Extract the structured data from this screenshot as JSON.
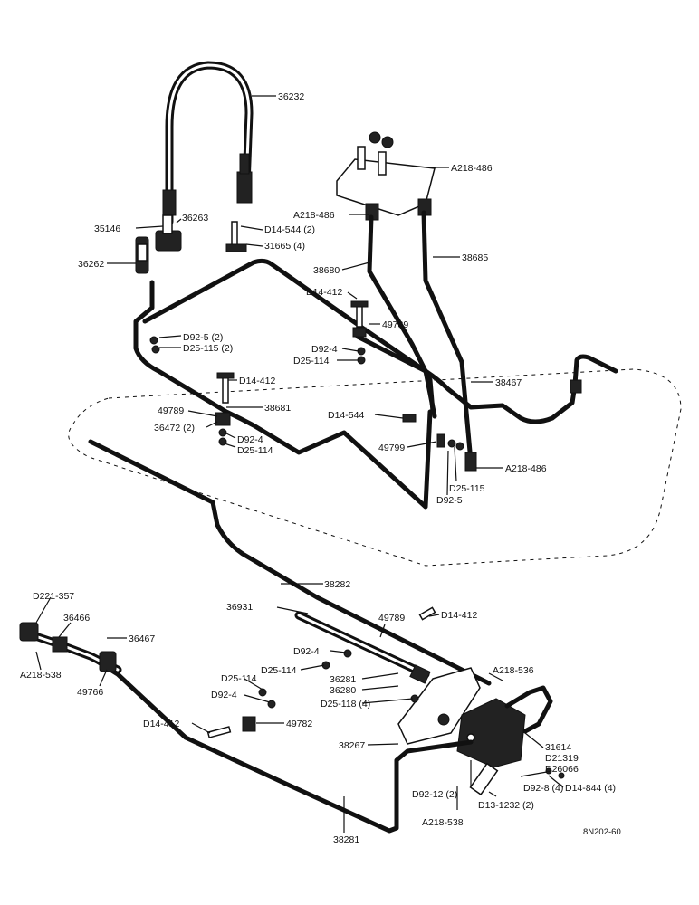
{
  "labels": {
    "l36232": "36232",
    "l35146": "35146",
    "l36263": "36263",
    "l36262": "36262",
    "l31665": "31665 (4)",
    "lD14_544_2": "D14-544 (2)",
    "lA218_486_a": "A218-486",
    "lA218_486_b": "A218-486",
    "l38680": "38680",
    "l38685": "38685",
    "lD14_412_a": "D14-412",
    "l49789_a": "49789",
    "lD92_5_2": "D92-5 (2)",
    "lD25_115_2": "D25-115 (2)",
    "lD92_4_a": "D92-4",
    "lD25_114_a": "D25-114",
    "lD14_412_b": "D14-412",
    "l38467": "38467",
    "l49789_b": "49789",
    "l36472": "36472 (2)",
    "l38681": "38681",
    "lD92_4_b": "D92-4",
    "lD25_114_b": "D25-114",
    "lD14_544": "D14-544",
    "l49799": "49799",
    "lA218_486_c": "A218-486",
    "lD25_115": "D25-115",
    "lD92_5": "D92-5",
    "l38282": "38282",
    "lD221_357": "D221-357",
    "l36466": "36466",
    "l36931": "36931",
    "l49789_c": "49789",
    "lD14_412_c": "D14-412",
    "l36467": "36467",
    "lA218_538_a": "A218-538",
    "lD92_4_c": "D92-4",
    "lD25_114_c": "D25-114",
    "l49766": "49766",
    "lD25_114_d": "D25-114",
    "lD92_4_d": "D92-4",
    "lA218_536": "A218-536",
    "l36281": "36281",
    "l36280": "36280",
    "lD25_118": "D25-118 (4)",
    "lD14_412_d": "D14-412",
    "l49782": "49782",
    "l38267": "38267",
    "l31614": "31614",
    "lD21319": "D21319",
    "lD26066": "D26066",
    "lD92_8": "D92-8  (4)",
    "lD14_844": "D14-844 (4)",
    "lD92_12": "D92-12 (2)",
    "lD13_1232": "D13-1232 (2)",
    "lA218_538_b": "A218-538",
    "l38281": "38281",
    "ref": "8N202-60"
  }
}
